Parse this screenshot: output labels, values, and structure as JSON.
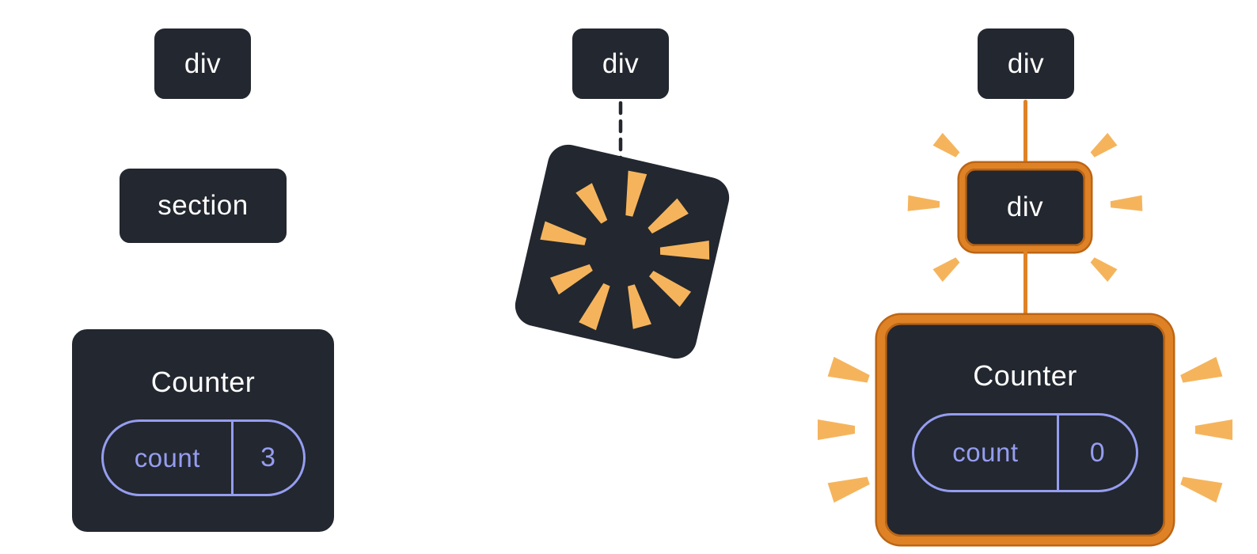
{
  "panels": {
    "before": {
      "root": {
        "label": "div"
      },
      "child": {
        "label": "section"
      },
      "component": {
        "title": "Counter",
        "state": {
          "key": "count",
          "value": "3"
        }
      }
    },
    "transition": {
      "root": {
        "label": "div"
      }
    },
    "after": {
      "root": {
        "label": "div"
      },
      "child": {
        "label": "div"
      },
      "component": {
        "title": "Counter",
        "state": {
          "key": "count",
          "value": "0"
        }
      }
    }
  },
  "colors": {
    "background": "#ffffff",
    "node_background": "#23272f",
    "node_border": "#ffffff",
    "connector_white": "#ffffff",
    "connector_orange": "#df8226",
    "highlight_border": "#df8226",
    "highlight_edge": "#bc6514",
    "state_accent": "#959df0",
    "spark_orange": "#f5b45c",
    "arrow": "#ffffff"
  }
}
